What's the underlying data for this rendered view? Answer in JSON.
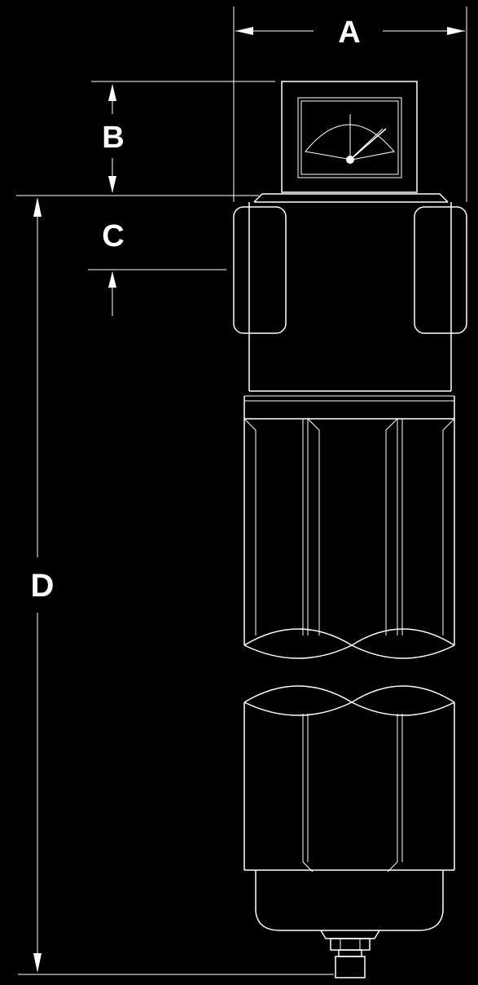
{
  "dimensions": [
    {
      "id": "A",
      "label": "A"
    },
    {
      "id": "B",
      "label": "B"
    },
    {
      "id": "C",
      "label": "C"
    },
    {
      "id": "D",
      "label": "D"
    }
  ],
  "colors": {
    "background": "#000000",
    "line": "#ffffff"
  }
}
